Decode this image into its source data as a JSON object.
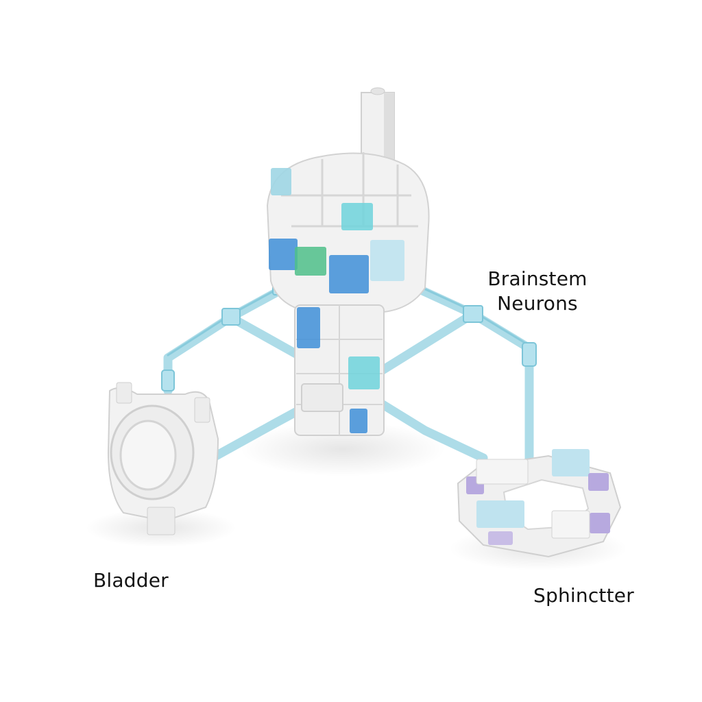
{
  "labels": {
    "brainstem_line1": "Brainstem",
    "brainstem_line2": "Neurons",
    "bladder": "Bladder",
    "sphincter": "Sphinctter"
  },
  "colors": {
    "brick_white": "#f1f1f1",
    "brick_shadow": "#d6d6d6",
    "tube": "#9fd6e4",
    "tube_dark": "#6fbfd4",
    "trans_blue": "#3f8fd8",
    "trans_cyan": "#6ed3dc",
    "trans_green": "#4fc08a",
    "lavender": "#b7a9df",
    "pale_blue": "#bfe3ef"
  },
  "icons": {
    "brainstem_model": "lego-brainstem-icon",
    "bladder_model": "lego-bladder-icon",
    "sphincter_model": "lego-sphincter-icon"
  }
}
